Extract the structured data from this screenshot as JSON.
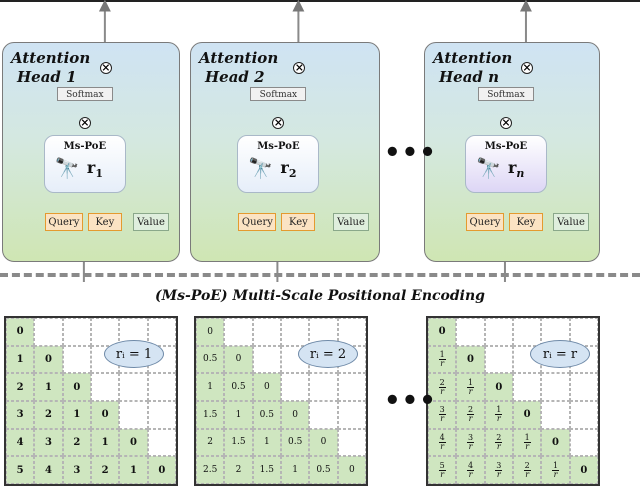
{
  "heads": [
    {
      "title_line1": "Attention",
      "title_line2": "Head 1",
      "softmax": "Softmax",
      "module": "Ms-PoE",
      "scale_base": "r",
      "scale_sub": "1",
      "query": "Query",
      "key": "Key",
      "value": "Value"
    },
    {
      "title_line1": "Attention",
      "title_line2": "Head 2",
      "softmax": "Softmax",
      "module": "Ms-PoE",
      "scale_base": "r",
      "scale_sub": "2",
      "query": "Query",
      "key": "Key",
      "value": "Value"
    },
    {
      "title_line1": "Attention",
      "title_line2": "Head n",
      "softmax": "Softmax",
      "module": "Ms-PoE",
      "scale_base": "r",
      "scale_sub": "n",
      "query": "Query",
      "key": "Key",
      "value": "Value"
    }
  ],
  "ellipsis": "•••",
  "caption": "(Ms-PoE) Multi-Scale Positional Encoding",
  "matrices": [
    {
      "badge": "rᵢ = 1",
      "rows": [
        [
          "0"
        ],
        [
          "1",
          "0"
        ],
        [
          "2",
          "1",
          "0"
        ],
        [
          "3",
          "2",
          "1",
          "0"
        ],
        [
          "4",
          "3",
          "2",
          "1",
          "0"
        ],
        [
          "5",
          "4",
          "3",
          "2",
          "1",
          "0"
        ]
      ]
    },
    {
      "badge": "rᵢ = 2",
      "rows": [
        [
          "0"
        ],
        [
          "0.5",
          "0"
        ],
        [
          "1",
          "0.5",
          "0"
        ],
        [
          "1.5",
          "1",
          "0.5",
          "0"
        ],
        [
          "2",
          "1.5",
          "1",
          "0.5",
          "0"
        ],
        [
          "2.5",
          "2",
          "1.5",
          "1",
          "0.5",
          "0"
        ]
      ]
    },
    {
      "badge": "rᵢ = r",
      "rows": [
        [
          "0"
        ],
        [
          "1/r",
          "0"
        ],
        [
          "2/r",
          "1/r",
          "0"
        ],
        [
          "3/r",
          "2/r",
          "1/r",
          "0"
        ],
        [
          "4/r",
          "3/r",
          "2/r",
          "1/r",
          "0"
        ],
        [
          "5/r",
          "4/r",
          "3/r",
          "2/r",
          "1/r",
          "0"
        ]
      ]
    }
  ]
}
